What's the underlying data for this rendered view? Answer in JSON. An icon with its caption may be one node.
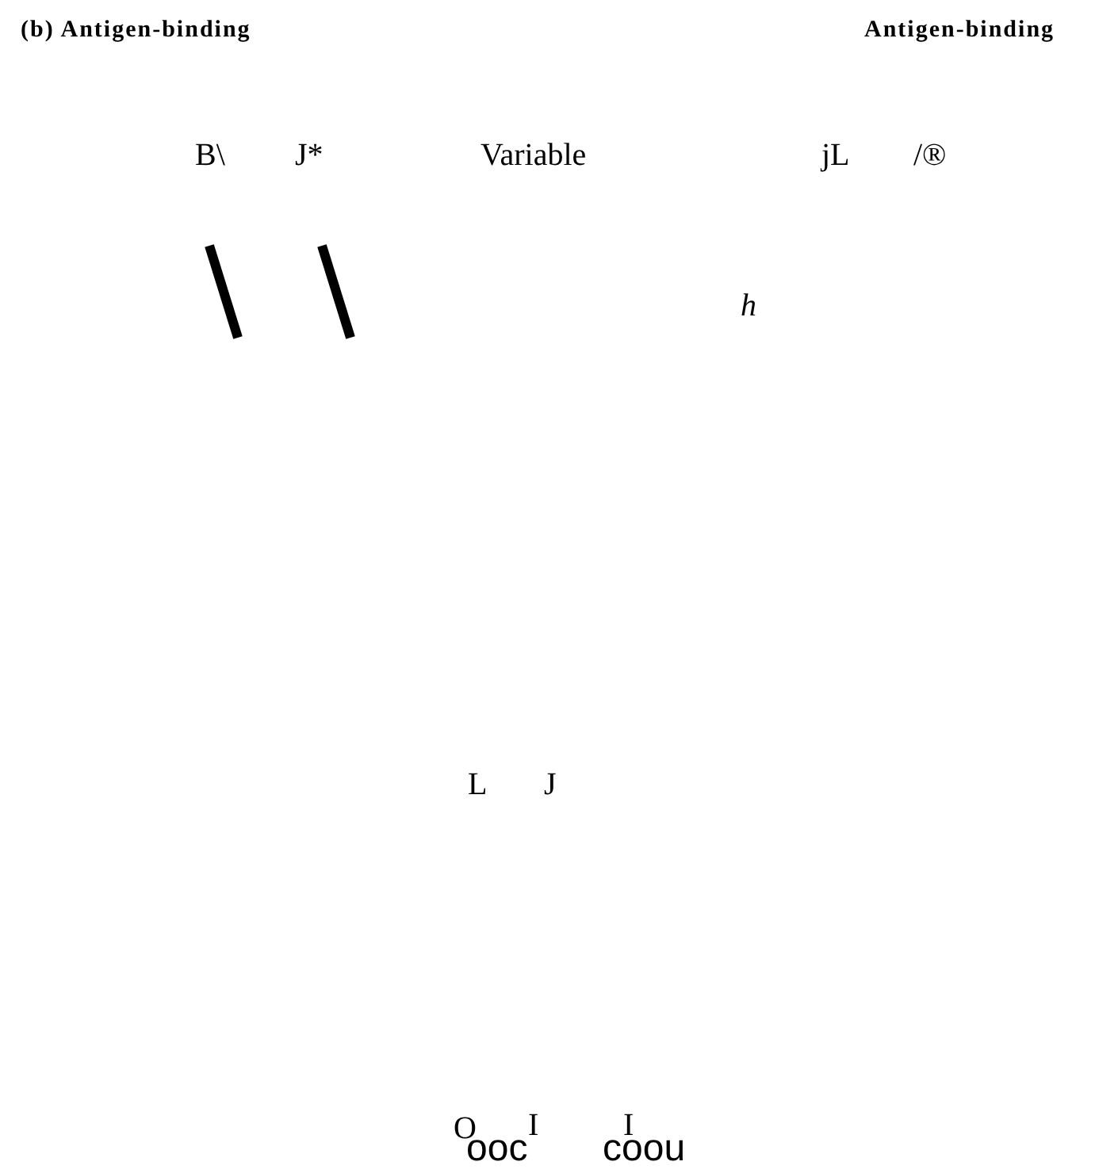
{
  "diagram": {
    "labels": [
      "(b) Antigen-binding",
      "Antigen-binding",
      "B\\",
      "J*",
      "Variable",
      "jL",
      "/®",
      "h",
      "L",
      "J",
      "O",
      "I",
      "I",
      "ooc",
      "coou"
    ]
  }
}
